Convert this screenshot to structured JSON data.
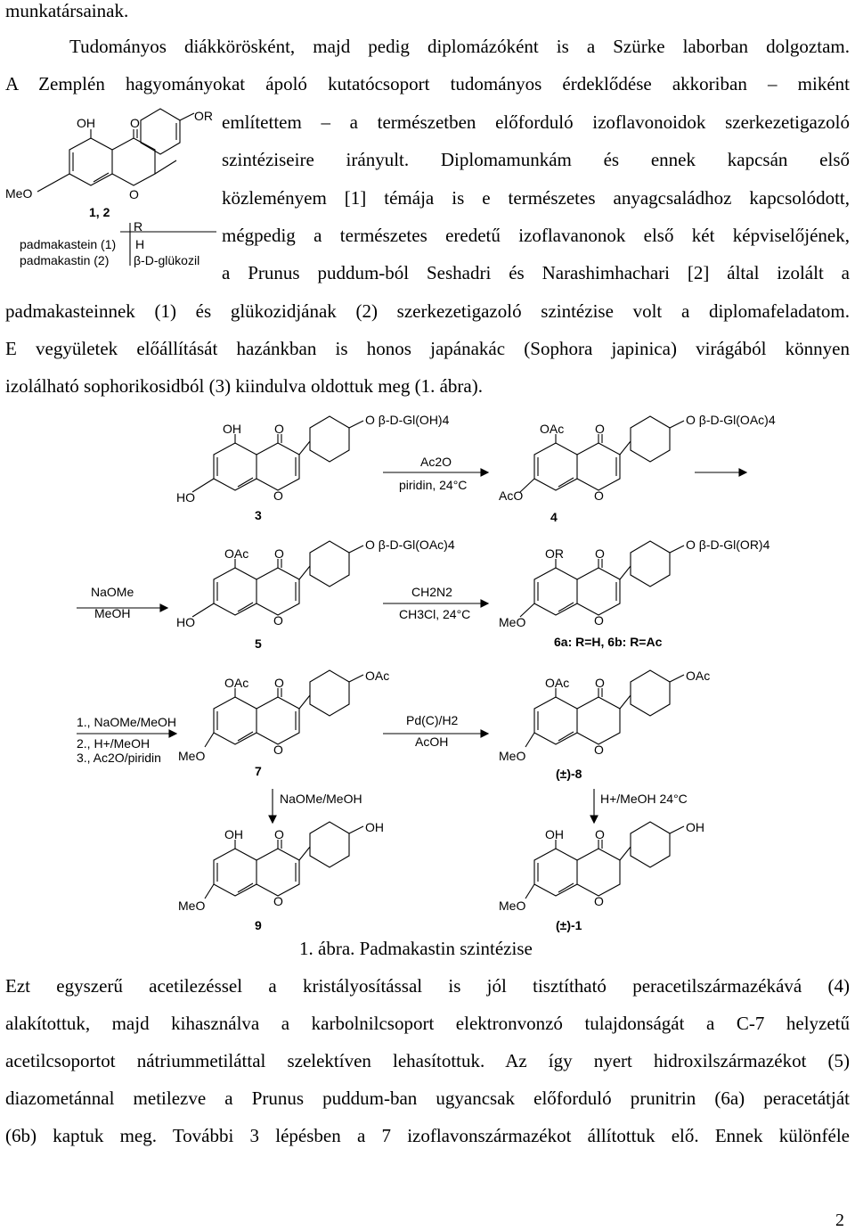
{
  "top_lines": [
    "munkatársainak.",
    "Tudományos diákkörösként, majd pedig diplomázóként is a Szürke laborban dolgoztam.",
    "A Zemplén hagyományokat ápoló kutatócsoport tudományos érdeklődése akkoriban – miként"
  ],
  "side_lines": [
    "említettem – a természetben előforduló izoflavonoidok szerkezetigazoló",
    "szintéziseire irányult. Diplomamunkám és ennek kapcsán első",
    "közleményem [1] témája is e természetes anyagcsaládhoz kapcsolódott,",
    "mégpedig a természetes eredetű izoflavanonok első két képviselőjének,",
    "a Prunus puddum-ból Seshadri és Narashimhachari [2] által izolált a"
  ],
  "full_lines": [
    "padmakasteinnek (1) és glükozidjának (2) szerkezetigazoló szintézise volt a diplomafeladatom.",
    "E vegyületek előállítását hazánkban is honos japánakác (Sophora japinica) virágából könnyen",
    "izolálható sophorikosidból (3) kiindulva oldottuk meg (1. ábra)."
  ],
  "inset": {
    "oh": "OH",
    "o_keto": "O",
    "or": "OR",
    "meo": "MeO",
    "o_ring": "O",
    "compound": "1, 2",
    "r_header": "R",
    "row1_name": "padmakastein (1)",
    "row1_r": "H",
    "row2_name": "padmakastin  (2)",
    "row2_r": "β-D-glükozil"
  },
  "scheme": {
    "c3_oh": "OH",
    "c3_o": "O",
    "c3_ho": "HO",
    "c3_ring_o": "O",
    "c3_sub": "O β-D-Gl(OH)4",
    "c3_label": "3",
    "r1_top": "Ac2O",
    "r1_bot": "piridin, 24°C",
    "c4_oac": "OAc",
    "c4_o": "O",
    "c4_aco": "AcO",
    "c4_ring_o": "O",
    "c4_sub": "O β-D-Gl(OAc)4",
    "c4_label": "4",
    "r2_top": "NaOMe",
    "r2_bot": "MeOH",
    "c5_oac": "OAc",
    "c5_o": "O",
    "c5_ho": "HO",
    "c5_ring_o": "O",
    "c5_sub": "O β-D-Gl(OAc)4",
    "c5_label": "5",
    "r3_top": "CH2N2",
    "r3_bot": "CH3Cl, 24°C",
    "c6_or": "OR",
    "c6_o": "O",
    "c6_meo": "MeO",
    "c6_ring_o": "O",
    "c6_sub": "O β-D-Gl(OR)4",
    "c6_label": "6a: R=H, 6b: R=Ac",
    "r4_l1": "1., NaOMe/MeOH",
    "r4_l2": "2., H+/MeOH",
    "r4_l3": "3., Ac2O/piridin",
    "c7_oac": "OAc",
    "c7_o": "O",
    "c7_meo": "MeO",
    "c7_ring_o": "O",
    "c7_sub": "OAc",
    "c7_label": "7",
    "r5_top": "Pd(C)/H2",
    "r5_bot": "AcOH",
    "c8_oac": "OAc",
    "c8_o": "O",
    "c8_meo": "MeO",
    "c8_ring_o": "O",
    "c8_sub": "OAc",
    "c8_label": "(±)-8",
    "r6": "NaOMe/MeOH",
    "r7": "H+/MeOH 24°C",
    "c9_oh": "OH",
    "c9_o": "O",
    "c9_meo": "MeO",
    "c9_ring_o": "O",
    "c9_sub": "OH",
    "c9_label": "9",
    "c1_oh": "OH",
    "c1_o": "O",
    "c1_meo": "MeO",
    "c1_ring_o": "O",
    "c1_sub": "OH",
    "c1_label": "(±)-1"
  },
  "caption": "1. ábra. Padmakastin szintézise",
  "bottom_lines": [
    "Ezt egyszerű acetilezéssel a kristályosítással is jól tisztítható peracetilszármazékává (4)",
    "alakítottuk, majd kihasználva a karbolnilcsoport elektronvonzó tulajdonságát a C-7 helyzetű",
    "acetilcsoportot nátriummetiláttal szelektíven lehasítottuk. Az így nyert hidroxilszármazékot (5)",
    "diazometánnal metilezve a Prunus puddum-ban ugyancsak előforduló prunitrin (6a) peracetátját",
    "(6b) kaptuk meg. További 3 lépésben a 7 izoflavonszármazékot állítottuk elő. Ennek különféle"
  ],
  "page_number": "2"
}
